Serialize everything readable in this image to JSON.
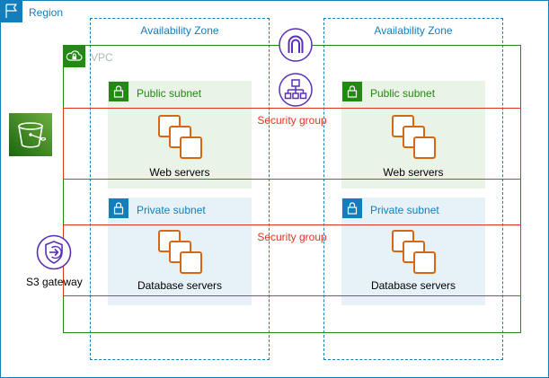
{
  "region": {
    "label": "Region"
  },
  "availability_zones": [
    {
      "label": "Availability Zone"
    },
    {
      "label": "Availability Zone"
    }
  ],
  "vpc": {
    "label": "VPC"
  },
  "subnets": {
    "public": [
      {
        "label": "Public subnet"
      },
      {
        "label": "Public subnet"
      }
    ],
    "private": [
      {
        "label": "Private subnet"
      },
      {
        "label": "Private subnet"
      }
    ]
  },
  "security_groups": [
    {
      "label": "Security group"
    },
    {
      "label": "Security group"
    }
  ],
  "servers": {
    "web": [
      {
        "label": "Web servers"
      },
      {
        "label": "Web servers"
      }
    ],
    "database": [
      {
        "label": "Database servers"
      },
      {
        "label": "Database servers"
      }
    ]
  },
  "s3_gateway": {
    "label": "S3 gateway"
  },
  "icons": {
    "region": "flag-icon",
    "vpc": "cloud-lock-icon",
    "subnet": "padlock-icon",
    "internet_gateway": "internet-gateway-icon",
    "load_balancer": "load-balancer-icon",
    "s3_bucket": "s3-bucket-icon",
    "server": "ec2-instances-icon",
    "s3_gateway": "vpc-endpoint-icon"
  },
  "colors": {
    "region": "#147eba",
    "vpc": "#248814",
    "security_group": "#dd3522",
    "compute": "#d86613",
    "networking": "#5a30b5",
    "storage": "#3f8624",
    "public_subnet_fill": "#e9f3e6",
    "private_subnet_fill": "#e6f2f8"
  }
}
